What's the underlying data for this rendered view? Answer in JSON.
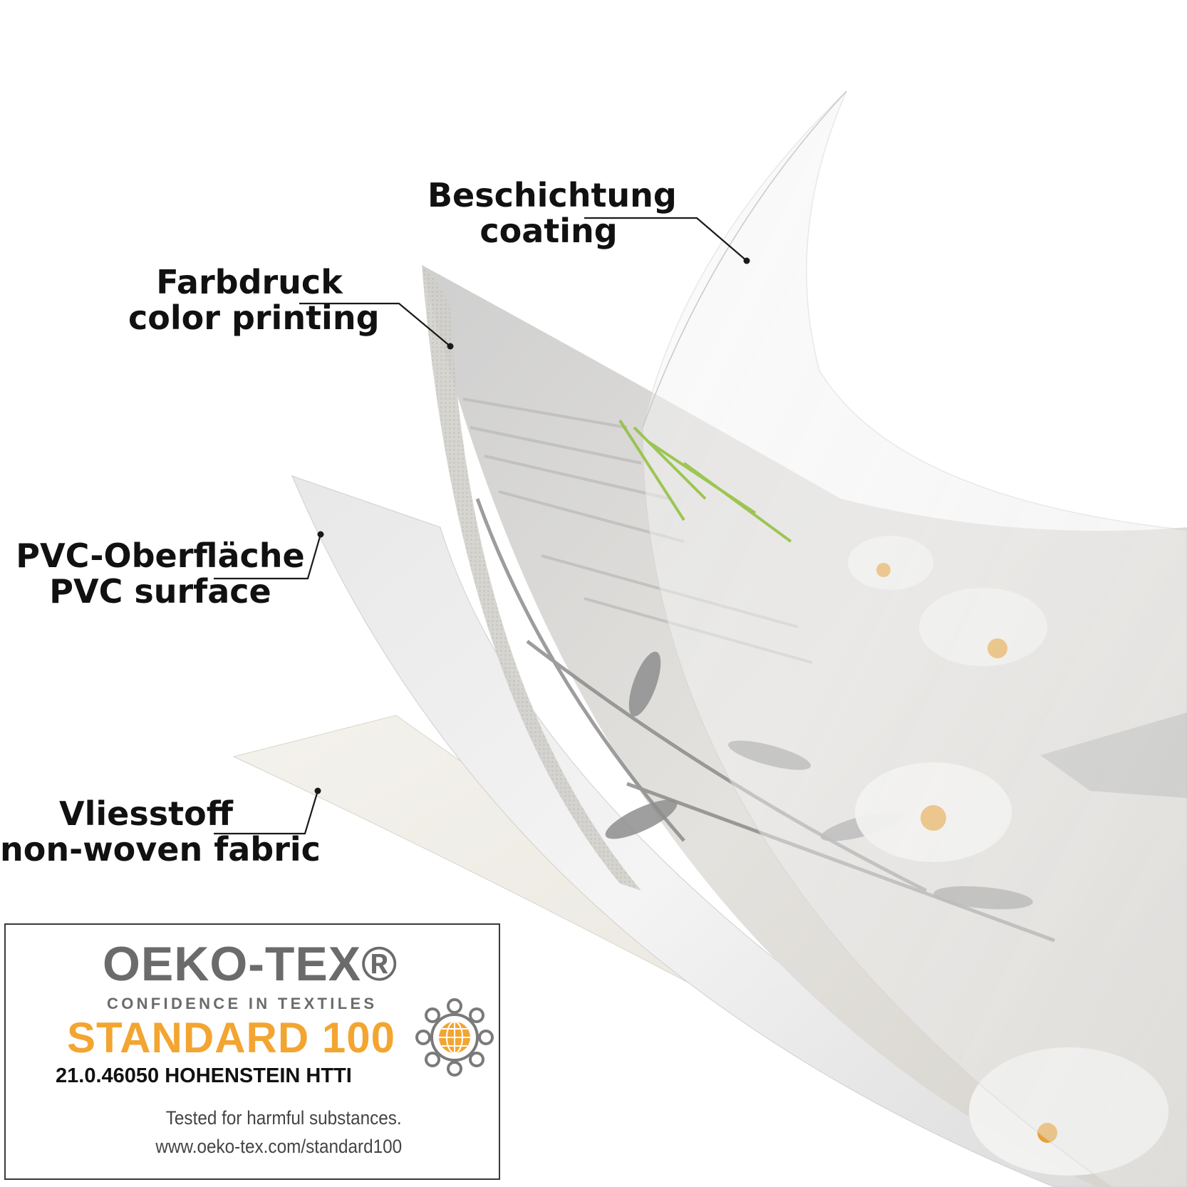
{
  "labels": {
    "coating": {
      "de": "Beschichtung",
      "en": "coating"
    },
    "color_printing": {
      "de": "Farbdruck",
      "en": "color printing"
    },
    "pvc_surface": {
      "de": "PVC-Oberfläche",
      "en": "PVC surface"
    },
    "non_woven": {
      "de": "Vliesstoff",
      "en": "non-woven fabric"
    }
  },
  "certificate": {
    "brand": "OEKO-TEX®",
    "tagline": "CONFIDENCE IN TEXTILES",
    "standard": "STANDARD 100",
    "code": "21.0.46050 HOHENSTEIN HTTI",
    "tested": "Tested for harmful substances.",
    "url": "www.oeko-tex.com/standard100"
  },
  "colors": {
    "standard_orange": "#f3a531",
    "brand_gray": "#6b6b6b",
    "leader_line": "#1a1a1a"
  }
}
